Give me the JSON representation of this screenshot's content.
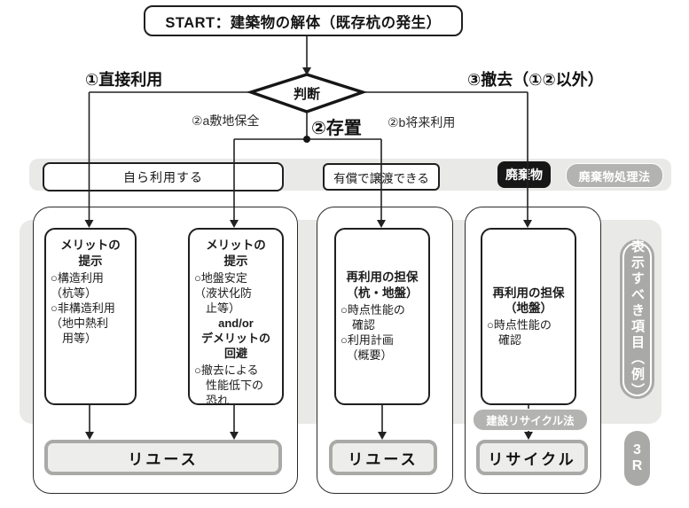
{
  "flow": {
    "start": "START：建築物の解体（既存杭の発生）",
    "decision": "判断",
    "branches": {
      "direct_use": "①直接利用",
      "preserve": "②存置",
      "site_preservation": "②a敷地保全",
      "future_use": "②b将来利用",
      "removal": "③撤去（①②以外）"
    }
  },
  "band": {
    "self_use": "自ら利用する",
    "paid_transfer": "有償で譲渡できる",
    "waste": "廃棄物",
    "waste_law_badge": "廃棄物処理法"
  },
  "boxes": [
    {
      "title": "メリットの\n提示",
      "body": "○構造利用\n（杭等）\n○非構造利用\n（地中熱利\n　用等）"
    },
    {
      "title": "メリットの\n提示",
      "body": "○地盤安定\n（液状化防\n　止等）",
      "mid1": "and/or",
      "mid2": "デメリットの\n回避",
      "body2": "○撤去による\n　性能低下の\n　恐れ"
    },
    {
      "title": "再利用の担保\n（杭・地盤）",
      "body": "○時点性能の\n　確認\n○利用計画\n　（概要）"
    },
    {
      "title": "再利用の担保\n（地盤）",
      "body": "○時点性能の\n　確認"
    }
  ],
  "outcomes": {
    "reuse1": "リユース",
    "reuse2": "リユース",
    "recycle": "リサイクル"
  },
  "recycle_law_badge": "建設リサイクル法",
  "side_label": "表示すべき項目（例）",
  "three_r": "3\nR",
  "colors": {
    "line": "#222222",
    "node_border": "#1f1f1f",
    "panel_gray": "#e9e9e7",
    "badge_gray": "#b3b3b1",
    "pill_gray": "#a9a9a7",
    "waste_black": "#161616",
    "outcome_fill": "#ededeb",
    "outcome_border": "#a9a9a7"
  }
}
